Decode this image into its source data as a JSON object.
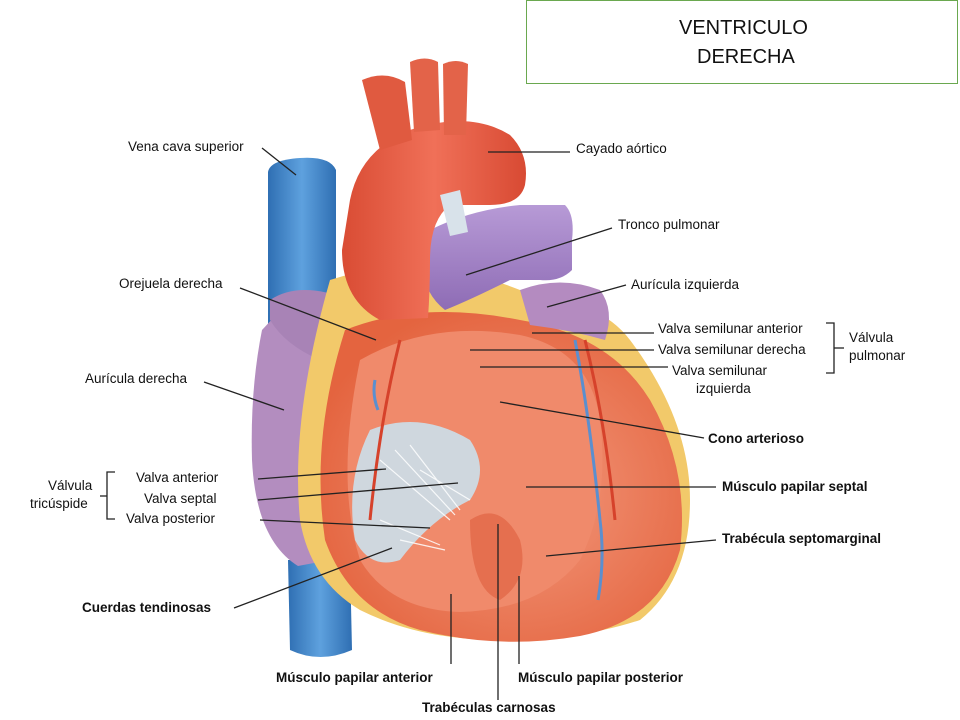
{
  "title": {
    "line1": "VENTRICULO",
    "line2": "DERECHA"
  },
  "labels": {
    "vena_cava_superior": "Vena cava superior",
    "cayado_aortico": "Cayado aórtico",
    "tronco_pulmonar": "Tronco pulmonar",
    "orejuela_derecha": "Orejuela derecha",
    "auricula_izquierda": "Aurícula izquierda",
    "valva_semilunar_anterior": "Valva semilunar anterior",
    "valva_semilunar_derecha": "Valva semilunar derecha",
    "valva_semilunar_izquierda_1": "Valva semilunar",
    "valva_semilunar_izquierda_2": "izquierda",
    "valvula_pulmonar_1": "Válvula",
    "valvula_pulmonar_2": "pulmonar",
    "auricula_derecha": "Aurícula derecha",
    "cono_arterioso": "Cono arterioso",
    "valvula_tricuspide_1": "Válvula",
    "valvula_tricuspide_2": "tricúspide",
    "valva_anterior": "Valva anterior",
    "valva_septal": "Valva septal",
    "valva_posterior": "Valva posterior",
    "musculo_papilar_septal": "Músculo papilar septal",
    "trabecula_septomarginal": "Trabécula septomarginal",
    "cuerdas_tendinosas": "Cuerdas tendinosas",
    "musculo_papilar_anterior": "Músculo papilar anterior",
    "musculo_papilar_posterior": "Músculo papilar posterior",
    "trabeculas_carnosas": "Trabéculas carnosas"
  },
  "colors": {
    "aorta": "#e8604a",
    "aorta_dark": "#c9432f",
    "pulmonary": "#a989c9",
    "vena_cava": "#4a8fd0",
    "atrium": "#b189b8",
    "myocardium": "#ef7a5a",
    "fat": "#f4d27a",
    "valve": "#c9d3dc",
    "title_border": "#6aa84f"
  }
}
